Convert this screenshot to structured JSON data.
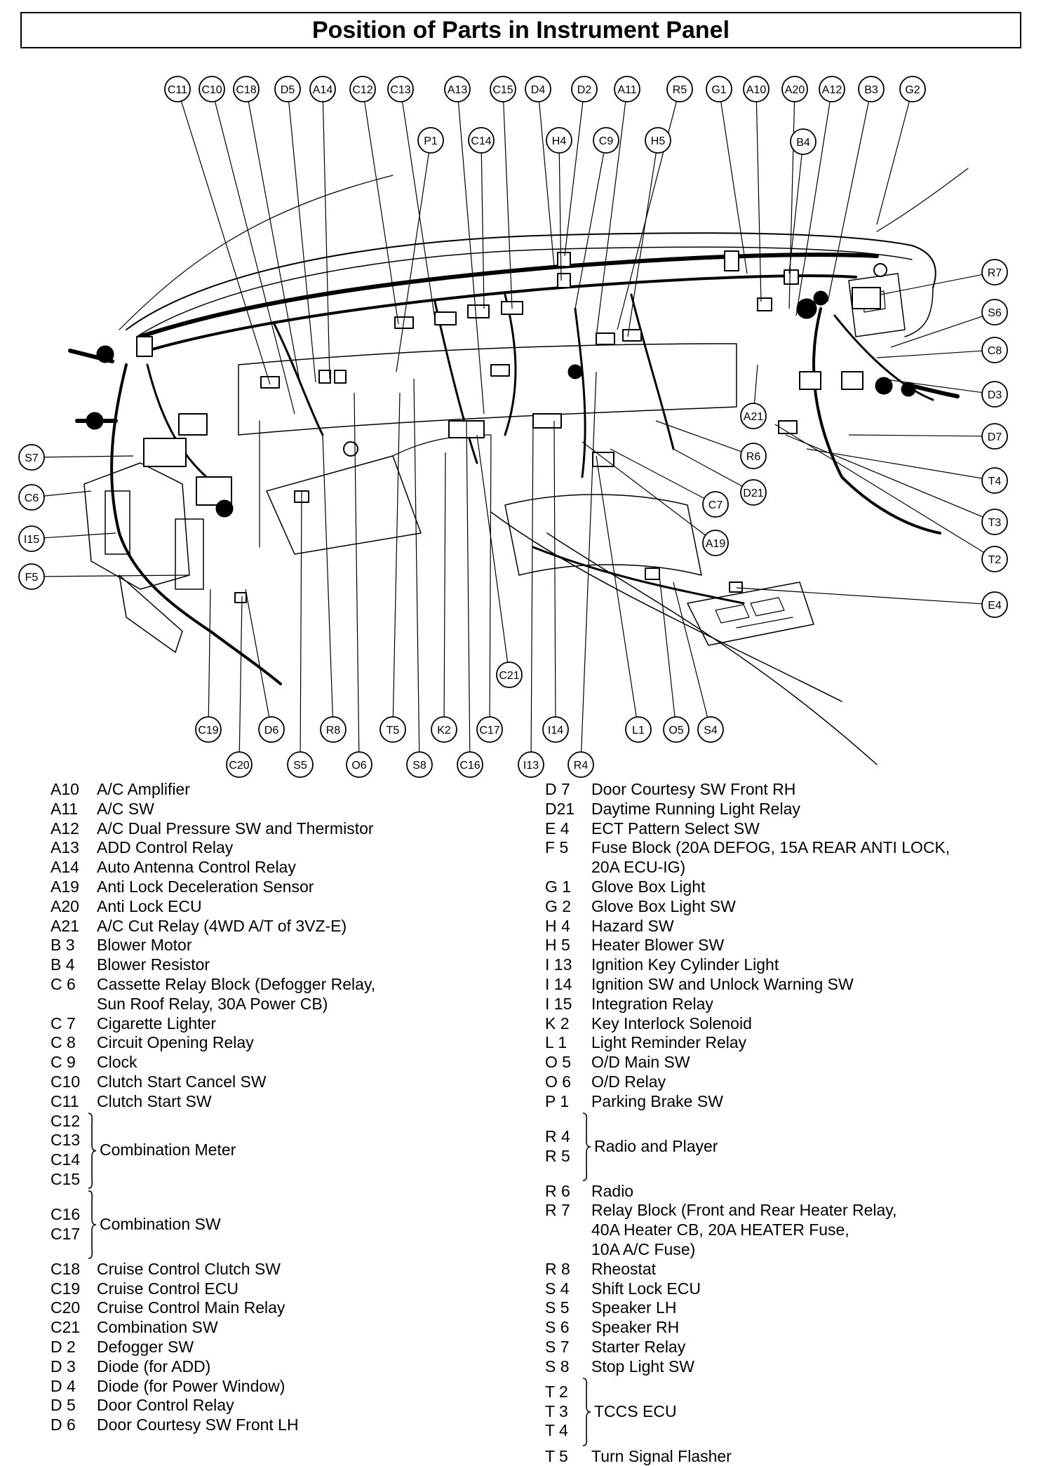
{
  "title": "Position of Parts in Instrument Panel",
  "callouts": {
    "top_row": [
      "C11",
      "C10",
      "C18",
      "D5",
      "A14",
      "C12",
      "C13",
      "A13",
      "C15",
      "D4",
      "D2",
      "A11",
      "R5",
      "G1",
      "A10",
      "A20",
      "A12",
      "B3",
      "G2"
    ],
    "second_row": [
      "P1",
      "C14",
      "H4",
      "C9",
      "H5",
      "B4"
    ],
    "right_column": [
      "R7",
      "S6",
      "C8",
      "D3",
      "D7",
      "T4",
      "T3",
      "T2",
      "E4"
    ],
    "left_column": [
      "S7",
      "C6",
      "I15",
      "F5"
    ],
    "middle": [
      "A21",
      "R6",
      "D21",
      "C7",
      "A19",
      "C21"
    ],
    "bottom_row_1": [
      "C19",
      "D6",
      "R8",
      "T5",
      "K2",
      "C17",
      "I14",
      "L1",
      "O5",
      "S4"
    ],
    "bottom_row_2": [
      "C20",
      "S5",
      "O6",
      "S8",
      "C16",
      "I13",
      "R4"
    ]
  },
  "legend_left": [
    {
      "code": "A10",
      "desc": "A/C Amplifier"
    },
    {
      "code": "A11",
      "desc": "A/C SW"
    },
    {
      "code": "A12",
      "desc": "A/C Dual Pressure SW and Thermistor"
    },
    {
      "code": "A13",
      "desc": "ADD Control Relay"
    },
    {
      "code": "A14",
      "desc": "Auto Antenna Control Relay"
    },
    {
      "code": "A19",
      "desc": "Anti Lock Deceleration Sensor"
    },
    {
      "code": "A20",
      "desc": "Anti Lock ECU"
    },
    {
      "code": "A21",
      "desc": "A/C Cut Relay (4WD A/T of 3VZ-E)"
    },
    {
      "code": "B 3",
      "desc": "Blower Motor"
    },
    {
      "code": "B 4",
      "desc": "Blower Resistor"
    },
    {
      "code": "C 6",
      "desc": "Cassette Relay Block (Defogger Relay,",
      "cont": "Sun Roof Relay, 30A Power CB)"
    },
    {
      "code": "C 7",
      "desc": "Cigarette Lighter"
    },
    {
      "code": "C 8",
      "desc": "Circuit Opening Relay"
    },
    {
      "code": "C 9",
      "desc": "Clock"
    },
    {
      "code": "C10",
      "desc": "Clutch Start Cancel SW"
    },
    {
      "code": "C11",
      "desc": "Clutch Start SW"
    },
    {
      "group": true,
      "codes": [
        "C12",
        "C13",
        "C14",
        "C15"
      ],
      "desc": "Combination Meter"
    },
    {
      "group": true,
      "codes": [
        "C16",
        "C17"
      ],
      "desc": "Combination SW"
    },
    {
      "code": "C18",
      "desc": "Cruise Control Clutch SW"
    },
    {
      "code": "C19",
      "desc": "Cruise Control ECU"
    },
    {
      "code": "C20",
      "desc": "Cruise Control Main Relay"
    },
    {
      "code": "C21",
      "desc": "Combination SW"
    },
    {
      "code": "D 2",
      "desc": "Defogger SW"
    },
    {
      "code": "D 3",
      "desc": "Diode (for ADD)"
    },
    {
      "code": "D 4",
      "desc": "Diode (for Power Window)"
    },
    {
      "code": "D 5",
      "desc": "Door Control Relay"
    },
    {
      "code": "D 6",
      "desc": "Door Courtesy SW Front LH"
    }
  ],
  "legend_right": [
    {
      "code": "D 7",
      "desc": "Door Courtesy SW Front RH"
    },
    {
      "code": "D21",
      "desc": "Daytime Running Light Relay"
    },
    {
      "code": "E 4",
      "desc": "ECT Pattern Select SW"
    },
    {
      "code": "F 5",
      "desc": "Fuse Block (20A DEFOG, 15A REAR ANTI LOCK,",
      "cont": "20A ECU-IG)"
    },
    {
      "code": "G 1",
      "desc": "Glove Box Light"
    },
    {
      "code": "G 2",
      "desc": "Glove Box Light SW"
    },
    {
      "code": "H 4",
      "desc": "Hazard SW"
    },
    {
      "code": "H 5",
      "desc": "Heater Blower SW"
    },
    {
      "code": "I 13",
      "desc": "Ignition Key Cylinder Light"
    },
    {
      "code": "I 14",
      "desc": "Ignition SW and Unlock Warning SW"
    },
    {
      "code": "I 15",
      "desc": "Integration Relay"
    },
    {
      "code": "K 2",
      "desc": "Key Interlock Solenoid"
    },
    {
      "code": "L 1",
      "desc": "Light Reminder Relay"
    },
    {
      "code": "O 5",
      "desc": "O/D Main SW"
    },
    {
      "code": "O 6",
      "desc": "O/D Relay"
    },
    {
      "code": "P 1",
      "desc": "Parking Brake SW"
    },
    {
      "group": true,
      "codes": [
        "R 4",
        "R 5"
      ],
      "desc": "Radio and Player"
    },
    {
      "code": "R 6",
      "desc": "Radio"
    },
    {
      "code": "R 7",
      "desc": "Relay Block (Front and Rear Heater Relay,",
      "cont": "40A Heater CB, 20A HEATER Fuse,",
      "cont2": "10A A/C Fuse)"
    },
    {
      "code": "R 8",
      "desc": "Rheostat"
    },
    {
      "code": "S 4",
      "desc": "Shift Lock ECU"
    },
    {
      "code": "S 5",
      "desc": "Speaker LH"
    },
    {
      "code": "S 6",
      "desc": "Speaker RH"
    },
    {
      "code": "S 7",
      "desc": "Starter Relay"
    },
    {
      "code": "S 8",
      "desc": "Stop Light SW"
    },
    {
      "group": true,
      "codes": [
        "T 2",
        "T 3",
        "T 4"
      ],
      "desc": "TCCS ECU"
    },
    {
      "code": "T 5",
      "desc": "Turn Signal Flasher"
    }
  ]
}
